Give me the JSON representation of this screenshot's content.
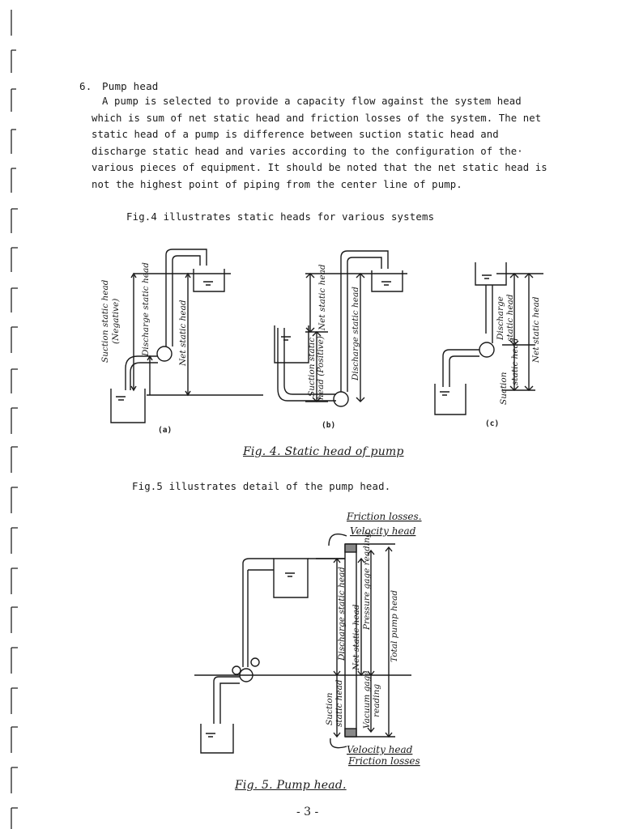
{
  "section": {
    "number": "6.",
    "title": "Pump head",
    "paragraph_lines": [
      "A pump is selected to provide a capacity flow against the system head",
      "which is sum of net static head and friction losses of the system. The net",
      "static head of a pump is difference between suction static head and",
      "discharge static head and varies according to the configuration of the·",
      "various pieces of equipment. It should be noted that the net static head is",
      "not the highest point of piping from the center line of pump."
    ]
  },
  "fig4": {
    "intro": "Fig.4 illustrates static heads for various systems",
    "caption": "Fig. 4. Static head of pump",
    "panel_a": {
      "id": "(a)",
      "suction_label": "Suction static head",
      "suction_note": "(Negative)",
      "discharge_label": "Discharge static head",
      "net_label": "Net static head"
    },
    "panel_b": {
      "id": "(b)",
      "suction_label": "Suction static",
      "suction_note": "head (Positive)",
      "net_label": "Net static head",
      "discharge_label": "Discharge static head"
    },
    "panel_c": {
      "id": "(c)",
      "discharge_label": "Discharge",
      "discharge_label2": "static head",
      "net_label": "Net static head",
      "suction_label": "Suction",
      "suction_label2": "static head"
    }
  },
  "fig5": {
    "intro": "Fig.5  illustrates detail of the pump head.",
    "caption": "Fig. 5. Pump head.",
    "friction_top": "Friction losses.",
    "velocity_top": "Velocity head",
    "discharge_static": "Discharge static head",
    "net_static": "Net static head",
    "pressure_gage": "Pressure gage reading",
    "total_head": "Total pump head",
    "suction_static": "Suction",
    "suction_static2": "static head",
    "vacuum_gage": "Vacuum gage",
    "vacuum_gage2": "reading",
    "velocity_bottom": "Velocity head",
    "friction_bottom": "Friction losses"
  },
  "page": {
    "number": "- 3 -"
  }
}
